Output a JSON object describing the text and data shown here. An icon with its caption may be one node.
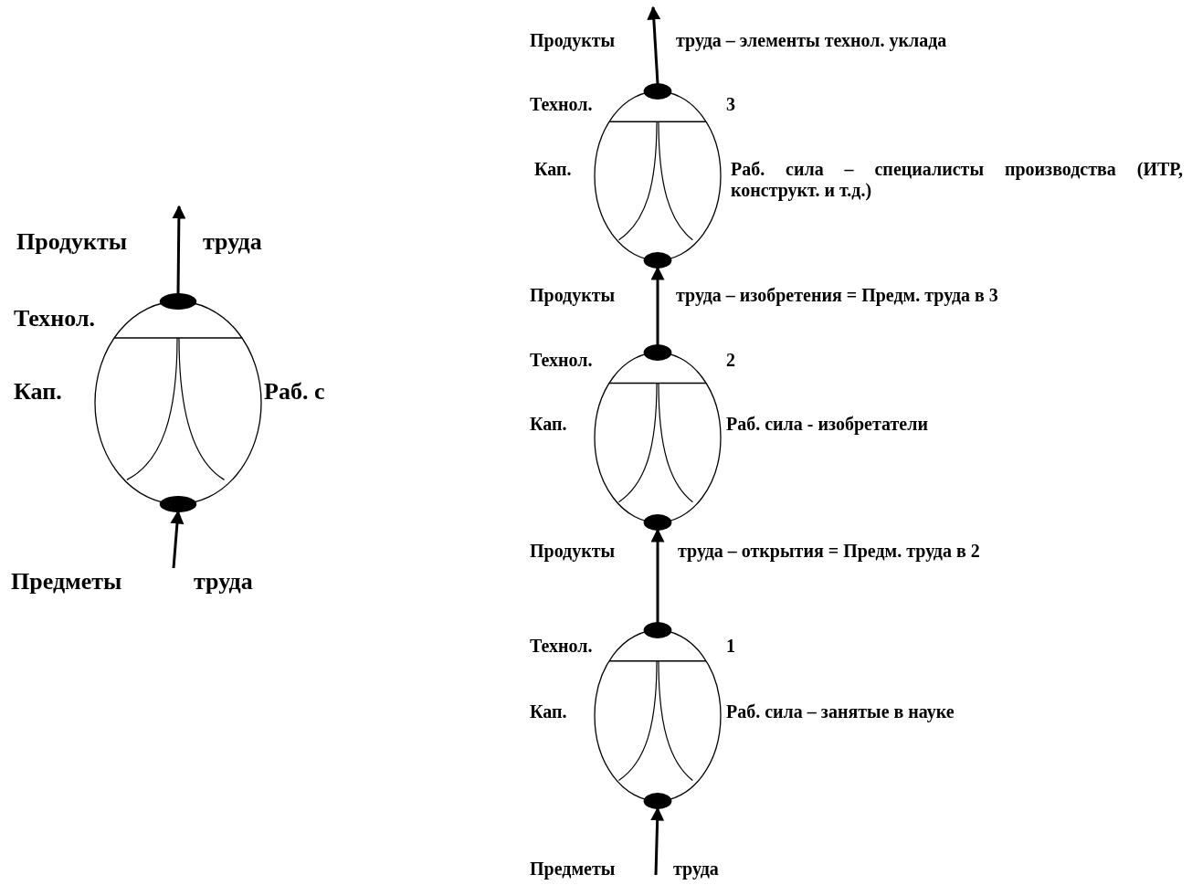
{
  "diagram": {
    "nodes": [
      {
        "text": [],
        "shape": "circle",
        "beside": [
          "Технол.",
          "Кап.",
          "Раб. с"
        ]
      },
      {
        "text": [],
        "shape": "circle",
        "beside": [
          "Технол.",
          "3",
          "Кап.",
          "Раб. сила – специалисты производства (ИТР, конструкт. и т.д.)"
        ]
      },
      {
        "text": [],
        "shape": "circle",
        "beside": [
          "Технол.",
          "2",
          "Кап.",
          "Раб. сила - изобретатели"
        ]
      },
      {
        "text": [],
        "shape": "circle",
        "beside": [
          "Технол.",
          "1",
          "Кап.",
          "Раб. сила – занятые в науке"
        ]
      }
    ],
    "edges": [
      {
        "from": null,
        "to": 0,
        "arrow": "to"
      },
      {
        "from": 0,
        "to": null,
        "arrow": "to"
      },
      {
        "from": null,
        "to": 3,
        "arrow": "to"
      },
      {
        "from": 3,
        "to": 2,
        "arrow": "to"
      },
      {
        "from": 2,
        "to": 1,
        "arrow": "to"
      },
      {
        "from": 1,
        "to": null,
        "arrow": "to"
      }
    ],
    "labels": [
      "Продукты",
      "труда",
      "Предметы",
      "труда",
      "Продукты",
      "труда – элементы технол. уклада",
      "Продукты",
      "труда – изобретения = Предм. труда в 3",
      "Продукты",
      "труда – открытия = Предм. труда в 2",
      "Предметы",
      "труда"
    ]
  }
}
